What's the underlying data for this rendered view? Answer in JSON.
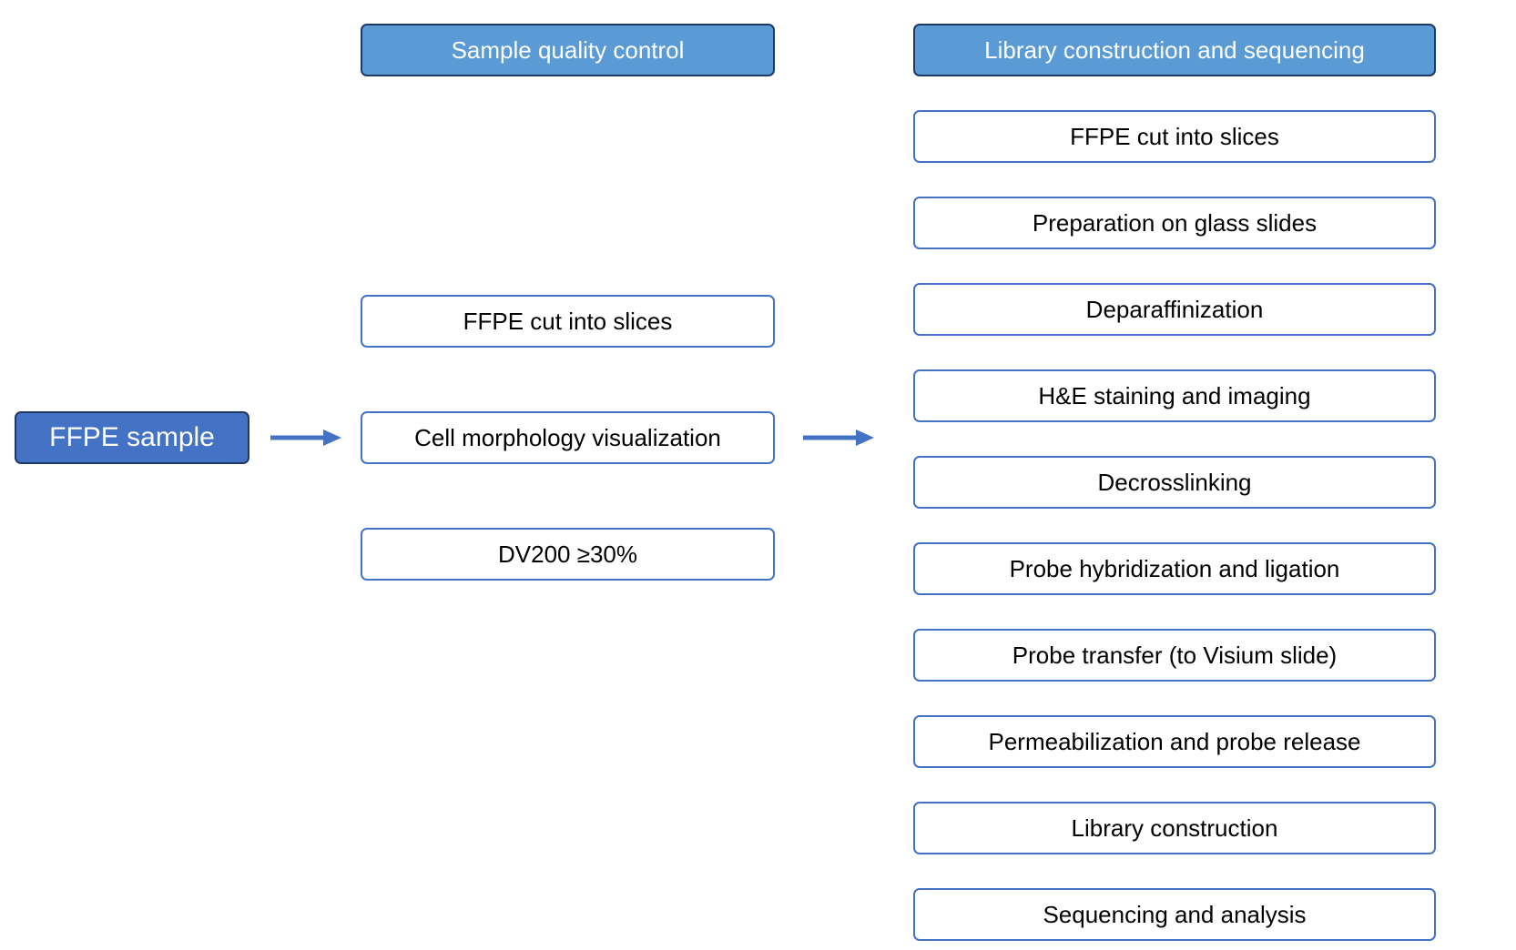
{
  "start_node": {
    "label": "FFPE sample"
  },
  "sample_quality_control": {
    "header": "Sample quality control",
    "steps": [
      "FFPE cut into slices",
      "Cell morphology visualization",
      "DV200 ≥30%"
    ]
  },
  "library_construction": {
    "header": "Library construction and sequencing",
    "steps": [
      "FFPE cut into slices",
      "Preparation on glass slides",
      "Deparaffinization",
      "H&E staining and imaging",
      "Decrosslinking",
      "Probe hybridization and ligation",
      "Probe transfer (to Visium slide)",
      "Permeabilization and probe release",
      "Library construction",
      "Sequencing and analysis"
    ]
  },
  "colors": {
    "start_fill": "#4472c4",
    "header_fill": "#5b9bd5",
    "box_border": "#4472c4",
    "arrow": "#4472c4"
  }
}
